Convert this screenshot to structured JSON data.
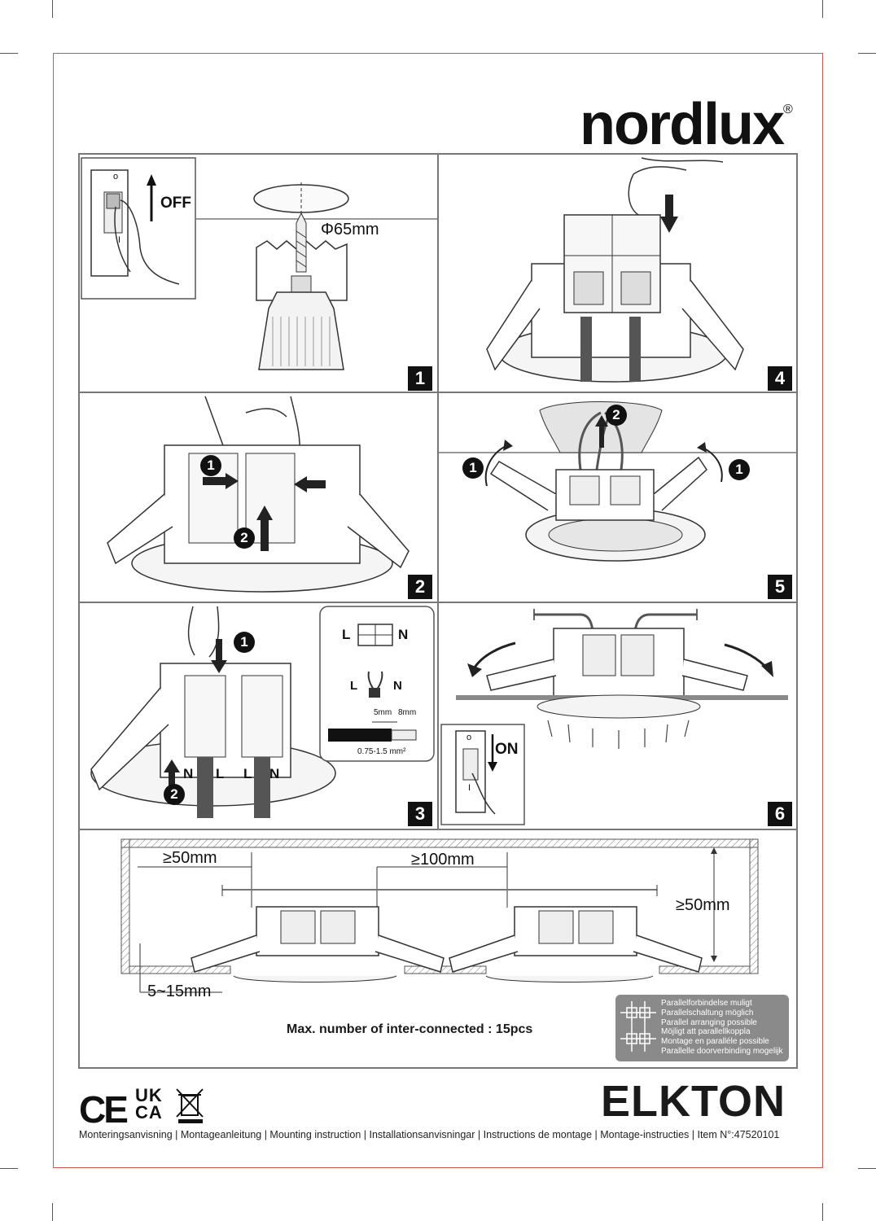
{
  "brand": {
    "name": "nordlux",
    "reg_mark": "®"
  },
  "steps": [
    "1",
    "4",
    "2",
    "5",
    "3",
    "6"
  ],
  "panel1": {
    "switch_on_mark": "o",
    "switch_off_mark": "I",
    "off_label": "OFF",
    "hole_label": "Φ65mm"
  },
  "panel2": {
    "callout_1": "1",
    "callout_2": "2"
  },
  "panel3": {
    "callout_1": "1",
    "callout_2": "2",
    "wire_labels": [
      "N",
      "L",
      "L",
      "N"
    ],
    "inset": {
      "l": "L",
      "n": "N",
      "strip_a": "5mm",
      "strip_b": "8mm",
      "gauge": "0.75-1.5 mm²"
    }
  },
  "panel5": {
    "callout_left": "1",
    "callout_right": "1",
    "callout_up": "2"
  },
  "panel6": {
    "on_label": "ON",
    "switch_on_mark": "o",
    "switch_off_mark": "I"
  },
  "spacing": {
    "side": "≥50mm",
    "between": "≥100mm",
    "above": "≥50mm",
    "ceiling": "5~15mm",
    "max_note": "Max. number of inter-connected : 15pcs",
    "parallel_lines": [
      "Parallelforbindelse muligt",
      "Parallelschaltung möglich",
      "Parallel arranging possible",
      "Möjligt att parallellkoppla",
      "Montage en paralléle possible",
      "Parallelle doorverbinding mogelijk"
    ]
  },
  "marks": {
    "ce": "CE",
    "ukca_top": "UK",
    "ukca_bottom": "CA"
  },
  "product": "ELKTON",
  "footer": "Monteringsanvisning | Montageanleitung | Mounting instruction | Installationsanvisningar | Instructions de montage | Montage-instructies | Item N°:47520101"
}
